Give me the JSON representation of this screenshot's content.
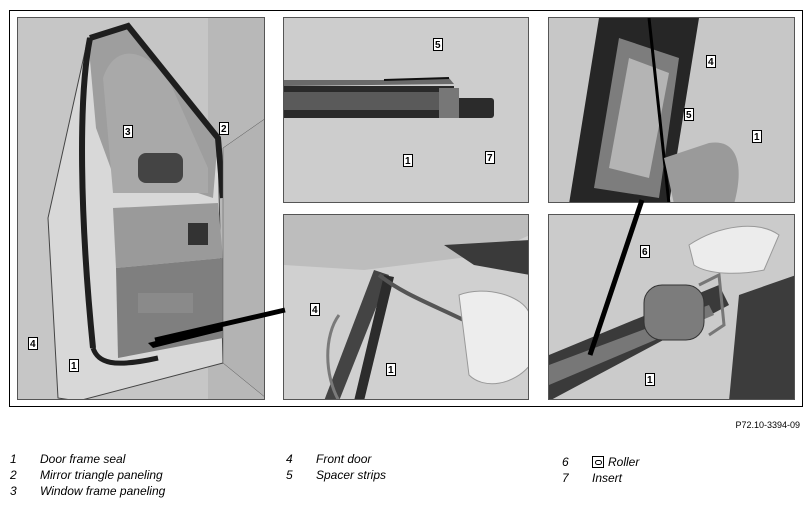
{
  "figure_id": "P72.10-3394-09",
  "panels": {
    "door": {
      "callouts": [
        "3",
        "2",
        "4",
        "1"
      ]
    },
    "seal_detail": {
      "callouts": [
        "5",
        "1",
        "7"
      ]
    },
    "mirror_detail": {
      "callouts": [
        "4",
        "5",
        "1"
      ]
    },
    "strip_removal": {
      "callouts": [
        "4",
        "1"
      ]
    },
    "roller_detail": {
      "callouts": [
        "6",
        "1"
      ]
    }
  },
  "legend": [
    {
      "num": "1",
      "text": "Door frame seal"
    },
    {
      "num": "2",
      "text": "Mirror triangle paneling"
    },
    {
      "num": "3",
      "text": "Window frame paneling"
    },
    {
      "num": "4",
      "text": "Front door"
    },
    {
      "num": "5",
      "text": "Spacer strips"
    },
    {
      "num": "6",
      "text": "Roller",
      "icon": "tool-icon"
    },
    {
      "num": "7",
      "text": "Insert"
    }
  ]
}
